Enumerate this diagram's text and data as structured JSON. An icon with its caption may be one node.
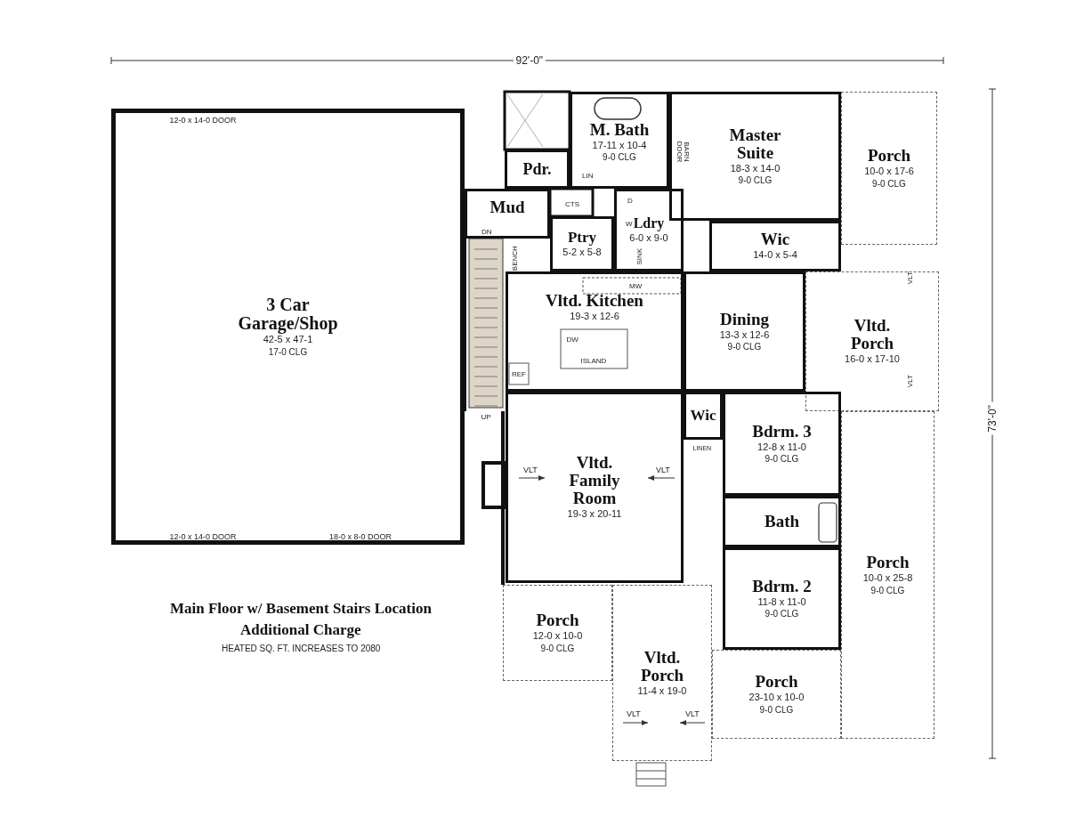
{
  "diagram": {
    "nodes": [
      {
        "text": [
          "3 Car Garage/Shop",
          "42-5 x 47-1",
          "17-0 CLG"
        ]
      },
      {
        "text": [
          "M. Bath",
          "17-11 x 10-4",
          "9-0 CLG"
        ]
      },
      {
        "text": [
          "Master Suite",
          "18-3 x 14-0",
          "9-0 CLG"
        ]
      },
      {
        "text": [
          "Porch",
          "10-0 x 17-6",
          "9-0 CLG"
        ]
      },
      {
        "text": [
          "Pdr."
        ]
      },
      {
        "text": [
          "Mud"
        ]
      },
      {
        "text": [
          "Ptry",
          "5-2 x 5-8"
        ]
      },
      {
        "text": [
          "Ldry",
          "6-0 x 9-0"
        ]
      },
      {
        "text": [
          "Wic",
          "14-0 x 5-4"
        ]
      },
      {
        "text": [
          "Vltd. Kitchen",
          "19-3 x 12-6"
        ]
      },
      {
        "text": [
          "Dining",
          "13-3 x 12-6",
          "9-0 CLG"
        ]
      },
      {
        "text": [
          "Vltd. Porch",
          "16-0 x 17-10"
        ]
      },
      {
        "text": [
          "Wic"
        ]
      },
      {
        "text": [
          "Bdrm. 3",
          "12-8 x 11-0",
          "9-0 CLG"
        ]
      },
      {
        "text": [
          "Vltd. Family Room",
          "19-3 x 20-11"
        ]
      },
      {
        "text": [
          "Bath"
        ]
      },
      {
        "text": [
          "Porch",
          "10-0 x 25-8",
          "9-0 CLG"
        ]
      },
      {
        "text": [
          "Bdrm. 2",
          "11-8 x 11-0",
          "9-0 CLG"
        ]
      },
      {
        "text": [
          "Porch",
          "12-0 x 10-0",
          "9-0 CLG"
        ]
      },
      {
        "text": [
          "Vltd. Porch",
          "11-4 x 19-0"
        ]
      },
      {
        "text": [
          "Porch",
          "23-10 x 10-0",
          "9-0 CLG"
        ]
      }
    ],
    "labels": [
      "92'-0\"",
      "12-0 x 14-0 DOOR",
      "BARN DOOR",
      "LIN",
      "CTS",
      "D",
      "W",
      "DN",
      "BENCH",
      "SINK",
      "MW",
      "VLT",
      "73'-0\"",
      "DW",
      "ISLAND",
      "REF",
      "VLT",
      "UP",
      "LINEN",
      "VLT",
      "VLT",
      "12-0 x 14-0 DOOR",
      "18-0 x 8-0 DOOR",
      "Main Floor w/ Basement Stairs Location",
      "Additional Charge",
      "HEATED SQ. FT. INCREASES TO 2080",
      "VLT",
      "VLT"
    ]
  }
}
